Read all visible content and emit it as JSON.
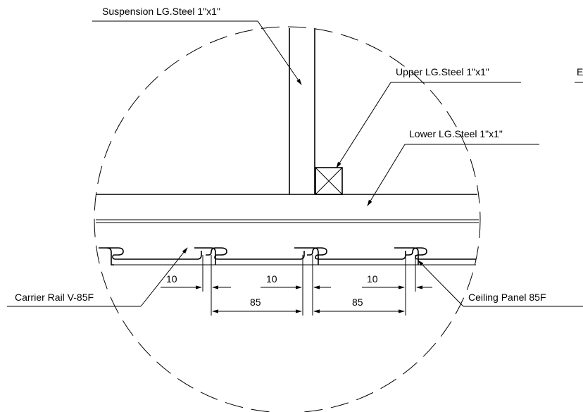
{
  "labels": {
    "suspension": "Suspension LG.Steel 1\"x1\"",
    "upper": "Upper LG.Steel 1\"x1\"",
    "lower": "Lower LG.Steel 1\"x1\"",
    "carrier": "Carrier Rail V-85F",
    "panel": "Ceiling Panel 85F",
    "edge_fragment": "E"
  },
  "dimensions": {
    "gap_1": "10",
    "gap_2": "10",
    "gap_3": "10",
    "panel_1": "85",
    "panel_2": "85"
  }
}
